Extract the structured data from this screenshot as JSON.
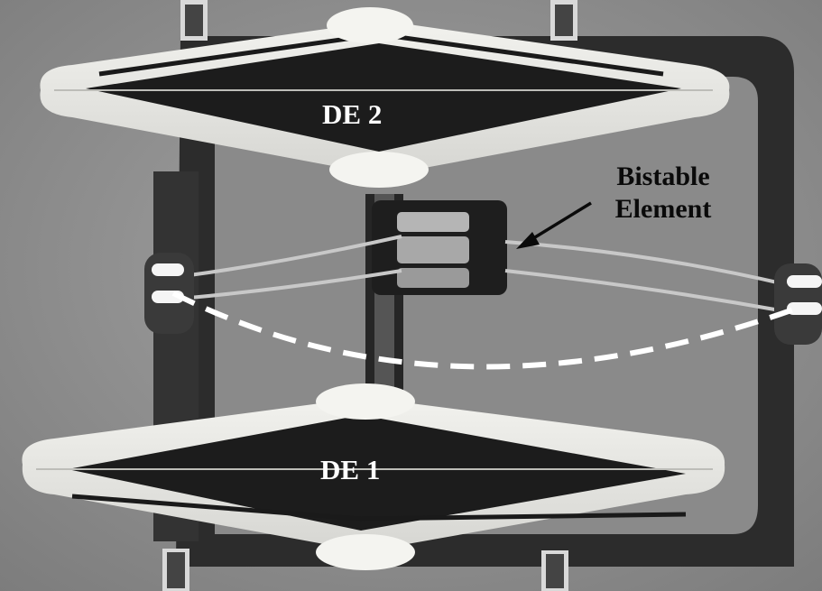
{
  "labels": {
    "de2": "DE 2",
    "de1": "DE 1",
    "bistable_line1": "Bistable",
    "bistable_line2": "Element"
  },
  "colors": {
    "background": "#8f8f8f",
    "frame": "#2c2c2c",
    "actuator_frame": "#e6e6e2",
    "membrane": "#1c1c1c",
    "dashed_path": "#ffffff"
  }
}
